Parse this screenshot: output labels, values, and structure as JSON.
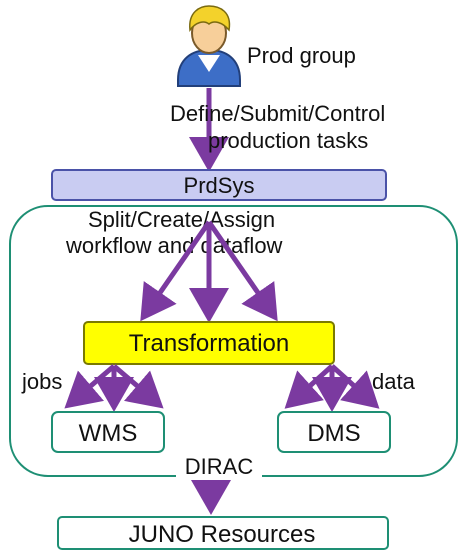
{
  "actor": {
    "label": "Prod group"
  },
  "edges": {
    "prod_to_prdsys_line1": "Define/Submit/Control",
    "prod_to_prdsys_line2": "production tasks",
    "prdsys_to_transformation_line1": "Split/Create/Assign",
    "prdsys_to_transformation_line2": "workflow and dataflow",
    "transformation_to_wms": "jobs",
    "transformation_to_dms": "data"
  },
  "nodes": {
    "prdsys": "PrdSys",
    "transformation": "Transformation",
    "wms": "WMS",
    "dms": "DMS",
    "dirac": "DIRAC",
    "juno": "JUNO Resources"
  },
  "colors": {
    "arrow": "#7b3aa0",
    "box_border": "#1e8f74",
    "prdsys_fill": "#c9ccf2",
    "prdsys_border": "#4a52a8",
    "transformation_fill": "#ffff00",
    "transformation_border": "#7a7a00"
  }
}
